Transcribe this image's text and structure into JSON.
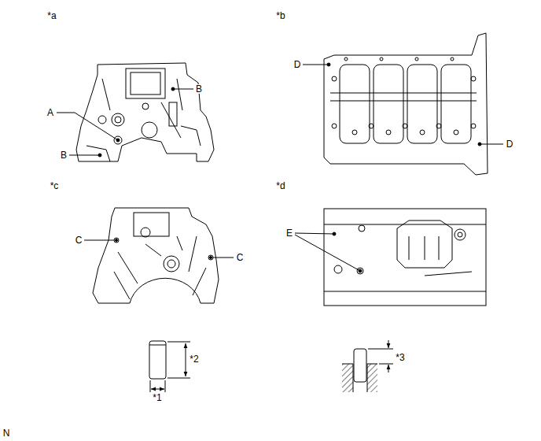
{
  "diagram": {
    "labels": [
      "*a",
      "*b",
      "D",
      "B",
      "A",
      "D",
      "B",
      "*c",
      "*d",
      "E",
      "C",
      "C",
      "*2",
      "*3",
      "*1",
      "N"
    ]
  }
}
